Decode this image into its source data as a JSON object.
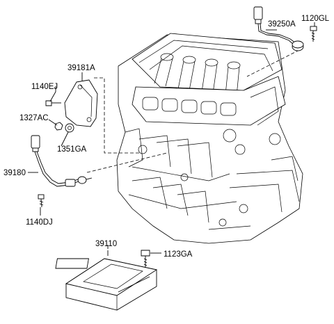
{
  "parts": {
    "p39250A": "39250A",
    "p1120GL": "1120GL",
    "p39181A": "39181A",
    "p1140EJ": "1140EJ",
    "p1327AC": "1327AC",
    "p1351GA": "1351GA",
    "p39180": "39180",
    "p1140DJ": "1140DJ",
    "p39110": "39110",
    "p1123GA": "1123GA"
  }
}
